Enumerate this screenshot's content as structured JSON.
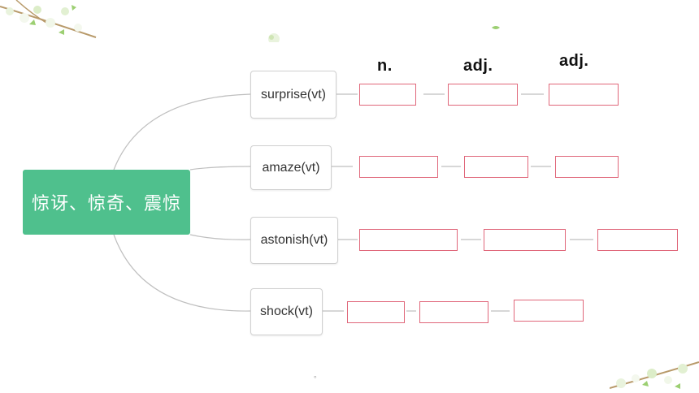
{
  "headers": {
    "noun": "n.",
    "adj1": "adj.",
    "adj2": "adj."
  },
  "root": {
    "label": "惊讶、惊奇、震惊"
  },
  "words": [
    {
      "label": "surprise(vt)"
    },
    {
      "label": "amaze(vt)"
    },
    {
      "label": "astonish(vt)"
    },
    {
      "label": "shock(vt)"
    }
  ],
  "footer": {
    "mark": "。"
  },
  "colors": {
    "root": "#4fc08d",
    "blank_border": "#e0677a",
    "connector": "#bfbfbf",
    "blossom_branch": "#b89a6a",
    "blossom_leaf": "#9ccf72"
  }
}
